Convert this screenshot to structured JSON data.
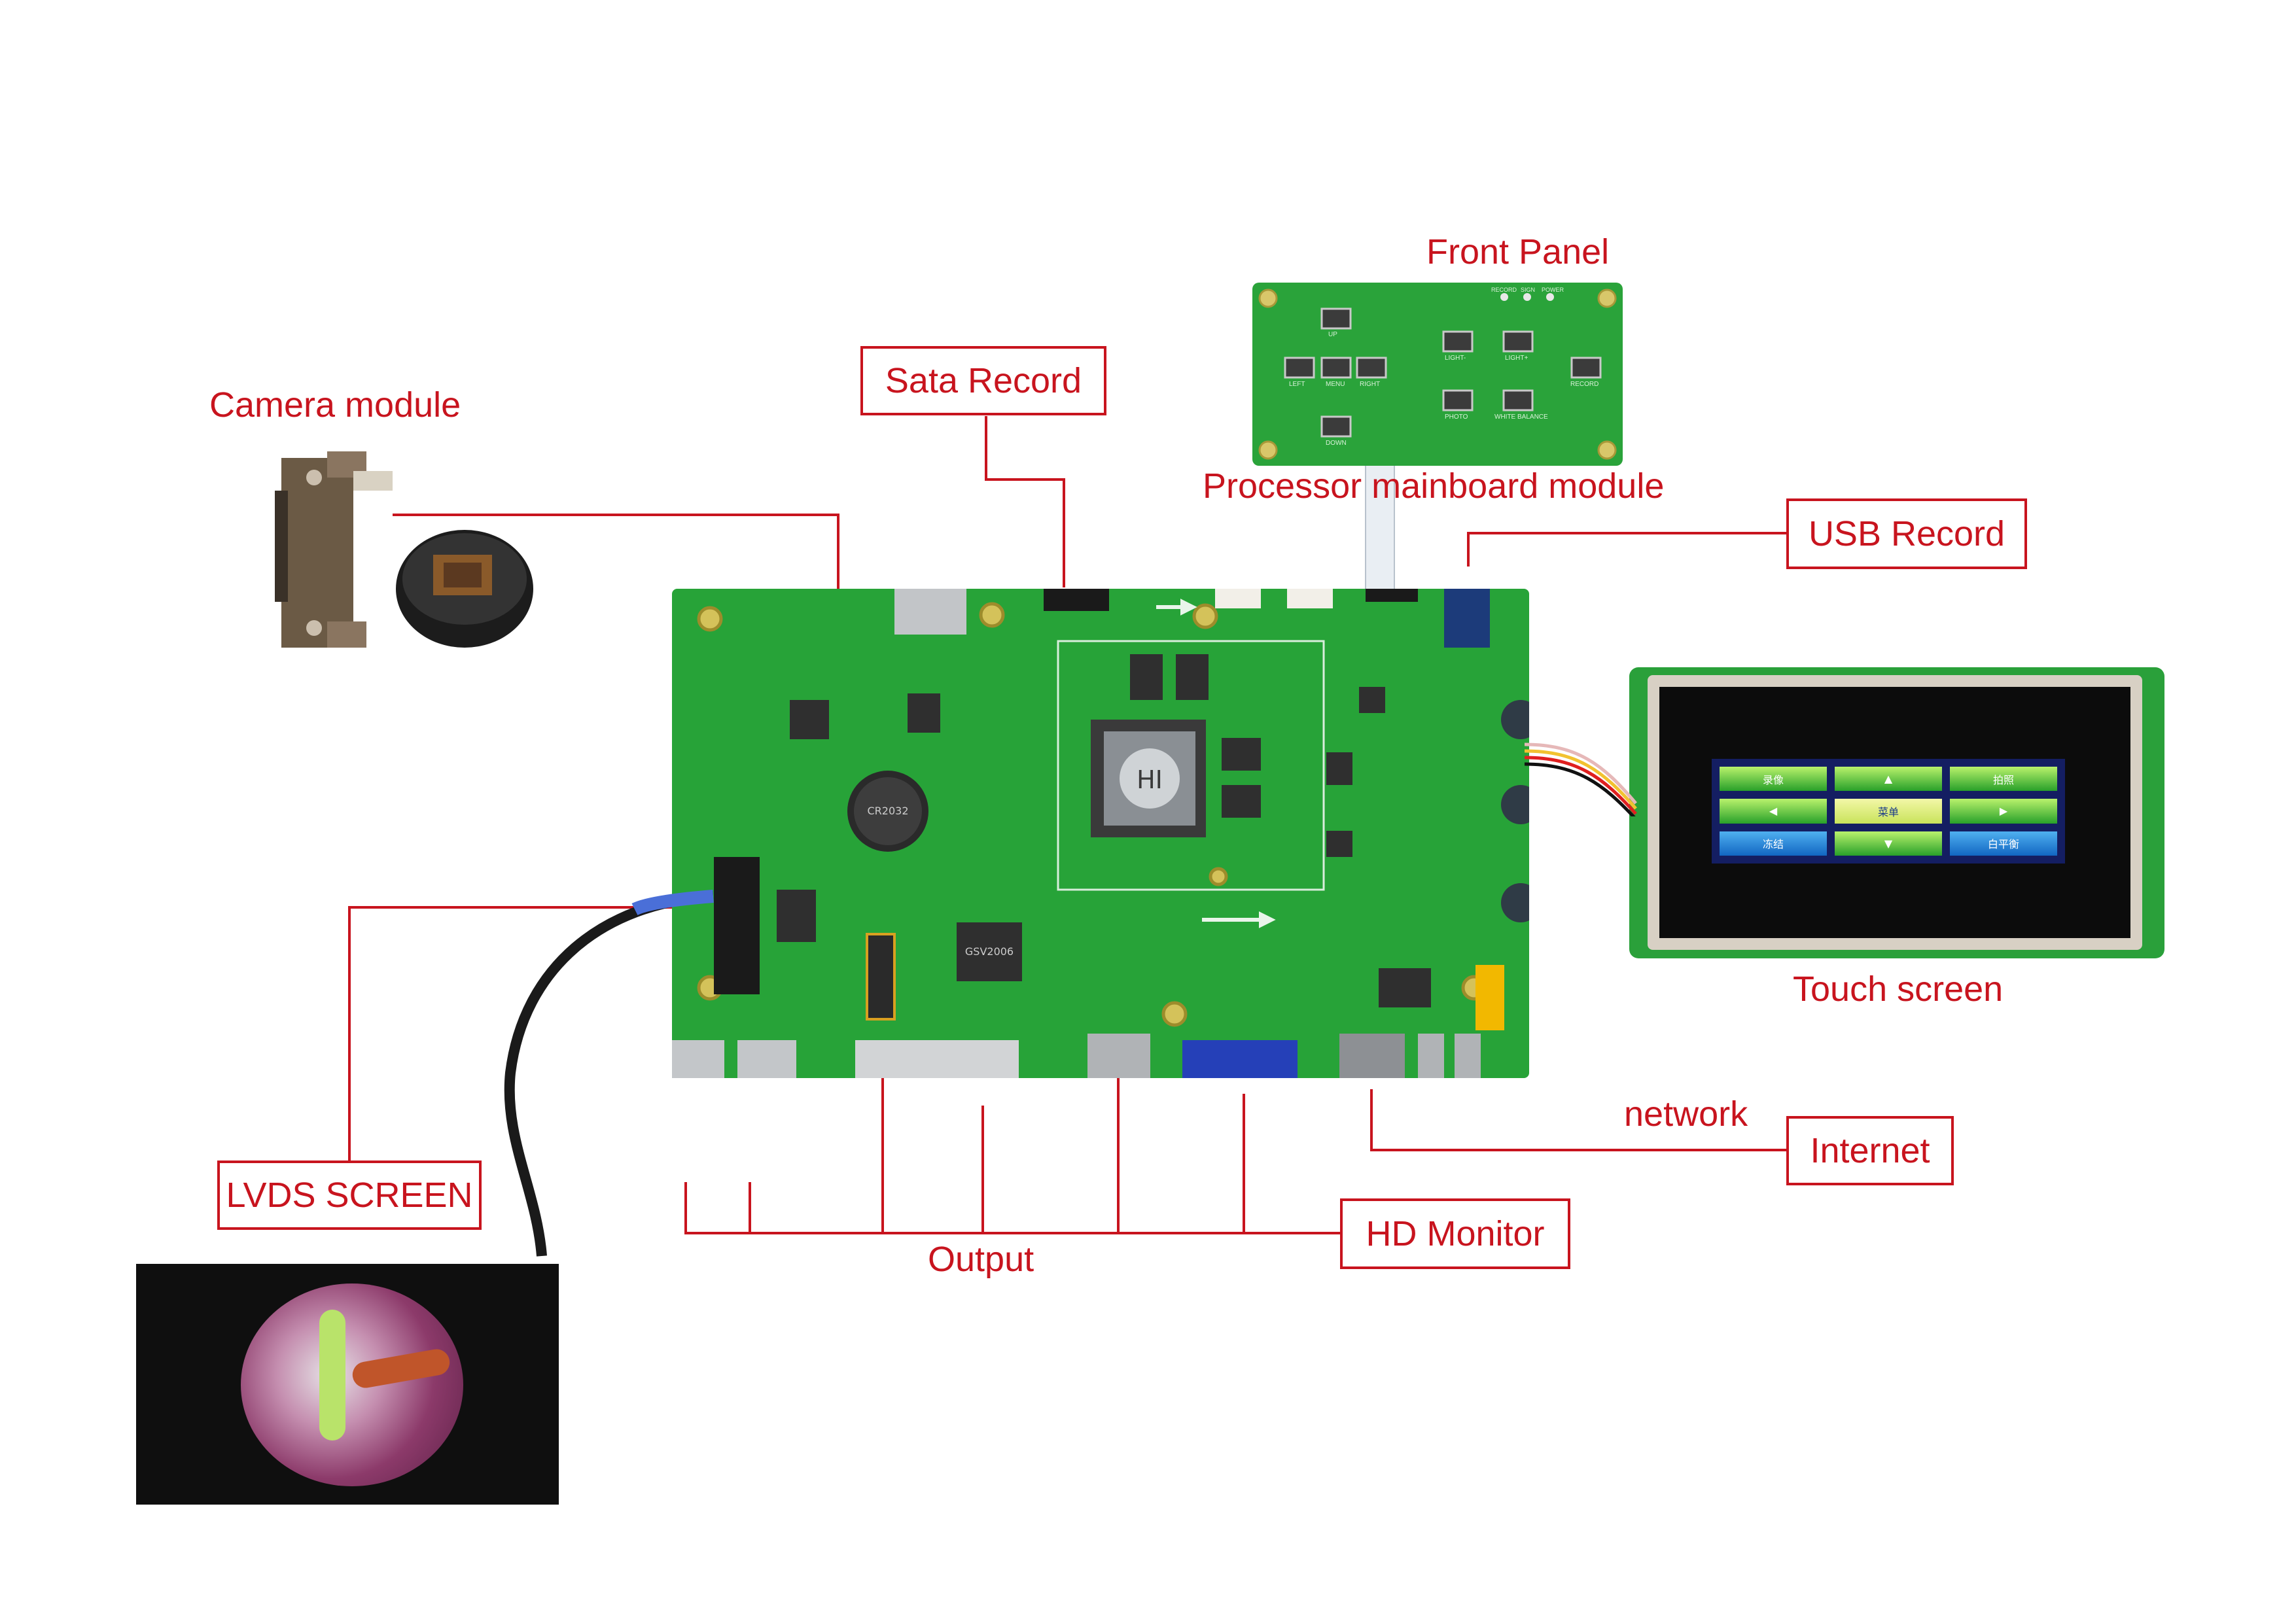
{
  "colors": {
    "accent": "#c8141e",
    "pcb": "#27a338",
    "pcb_dark": "#1d7f2b"
  },
  "labels": {
    "front_panel": "Front Panel",
    "sata_record": "Sata Record",
    "camera_module": "Camera module",
    "processor_mainboard": "Processor mainboard module",
    "usb_record": "USB Record",
    "touch_screen": "Touch screen",
    "network": "network",
    "internet": "Internet",
    "lvds_screen": "LVDS SCREEN",
    "hd_monitor": "HD Monitor",
    "output": "Output"
  },
  "front_panel_buttons": [
    "UP",
    "LEFT",
    "MENU",
    "RIGHT",
    "DOWN",
    "LIGHT-",
    "LIGHT+",
    "RECORD",
    "PHOTO",
    "WHITE BALANCE"
  ],
  "front_panel_leds": [
    "RECORD",
    "SIGN",
    "POWER"
  ],
  "touch_screen_buttons": [
    "录像",
    "▲",
    "拍照",
    "◀",
    "菜单",
    "▶",
    "冻结",
    "▼",
    "白平衡"
  ],
  "chips": {
    "main_chip": "HI",
    "coin_cell": "CR2032",
    "gsv_chip": "GSV2006"
  }
}
